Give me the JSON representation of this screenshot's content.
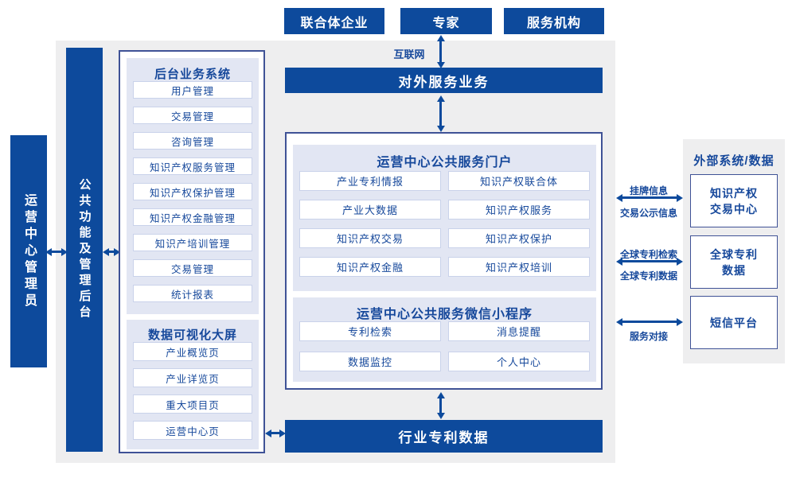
{
  "colors": {
    "primary": "#0d4a9c",
    "text": "#16489b",
    "panel_bg": "#eeeeef",
    "section_bg": "#e2e6f3",
    "item_border": "#c9d2ea",
    "container_border": "#3f5296"
  },
  "top_actors": {
    "a": "联合体企业",
    "b": "专家",
    "c": "服务机构"
  },
  "internet_label": "互联网",
  "external_service_bar": "对外服务业务",
  "bottom_bar": "行业专利数据",
  "left_rail": {
    "admin": "运营中心管理员",
    "backend_rail": "公共功能及管理后台"
  },
  "left_panel": {
    "backend": {
      "title": "后台业务系统",
      "items": [
        "用户管理",
        "交易管理",
        "咨询管理",
        "知识产权服务管理",
        "知识产权保护管理",
        "知识产权金融管理",
        "知识产培训管理",
        "交易管理",
        "统计报表"
      ]
    },
    "dataviz": {
      "title": "数据可视化大屏",
      "items": [
        "产业概览页",
        "产业详览页",
        "重大项目页",
        "运营中心页"
      ]
    }
  },
  "center": {
    "portal": {
      "title": "运营中心公共服务门户",
      "items": [
        "产业专利情报",
        "知识产权联合体",
        "产业大数据",
        "知识产权服务",
        "知识产权交易",
        "知识产权保护",
        "知识产权金融",
        "知识产权培训"
      ]
    },
    "miniprogram": {
      "title": "运营中心公共服务微信小程序",
      "items": [
        "专利检索",
        "消息提醒",
        "数据监控",
        "个人中心"
      ]
    }
  },
  "right": {
    "title": "外部系统/数据",
    "systems": [
      "知识产权交易中心",
      "全球专利数据",
      "短信平台"
    ],
    "links": [
      {
        "top": "挂牌信息",
        "bottom": "交易公示信息"
      },
      {
        "top": "全球专利检索",
        "bottom": "全球专利数据"
      },
      {
        "top": "",
        "bottom": "服务对接"
      }
    ]
  }
}
